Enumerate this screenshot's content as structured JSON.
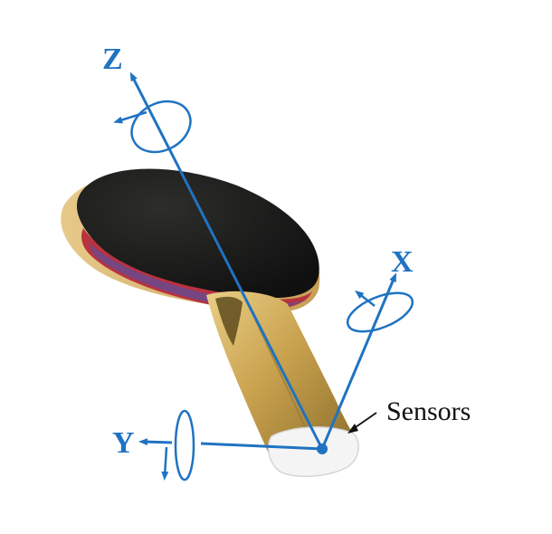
{
  "axes": {
    "z": {
      "label": "Z"
    },
    "x": {
      "label": "X"
    },
    "y": {
      "label": "Y"
    }
  },
  "sensor_label": "Sensors",
  "colors": {
    "axis_blue": "#1f73c2",
    "rubber_black": "#161616",
    "rubber_red": "#b8323f",
    "blade_wood": "#d9b36a",
    "handle_wood": "#c9a24e",
    "handle_dark": "#6d5a22",
    "handle_cap": "#f4f4f4",
    "label_text": "#111111"
  }
}
